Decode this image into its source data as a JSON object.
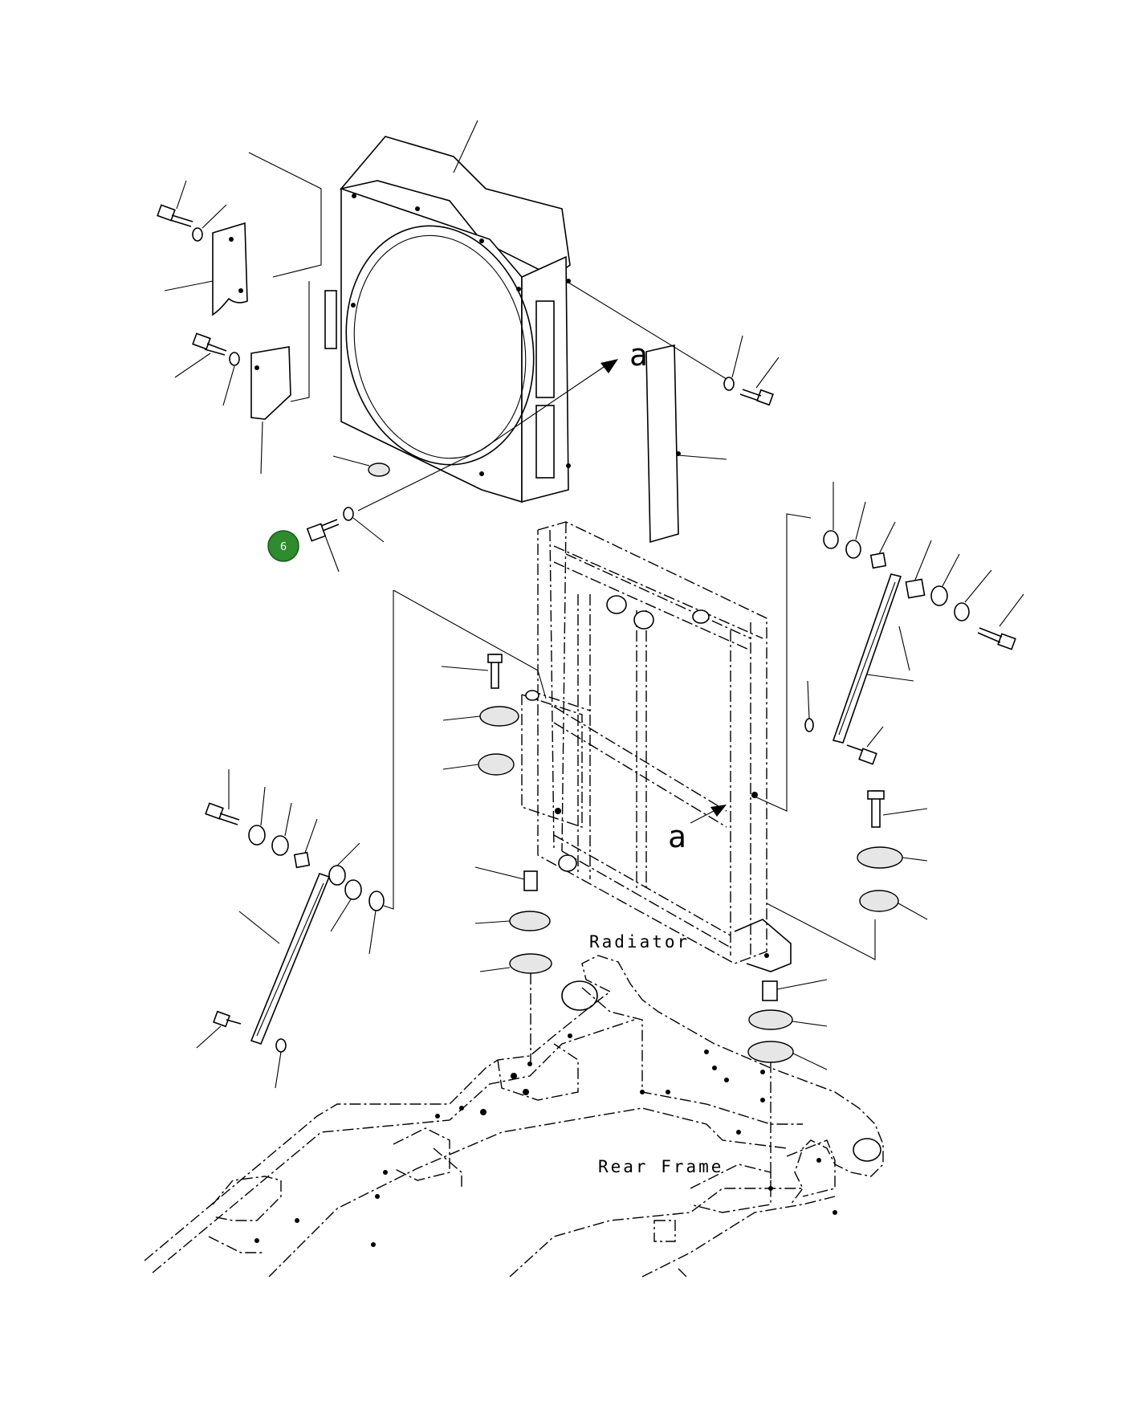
{
  "diagram": {
    "labels": {
      "radiator": "Radiator",
      "rear_frame": "Rear Frame",
      "ref_a_top": "a",
      "ref_a_bottom": "a"
    },
    "callout_badge": {
      "number": "6",
      "color": "#2e8b2e"
    }
  }
}
